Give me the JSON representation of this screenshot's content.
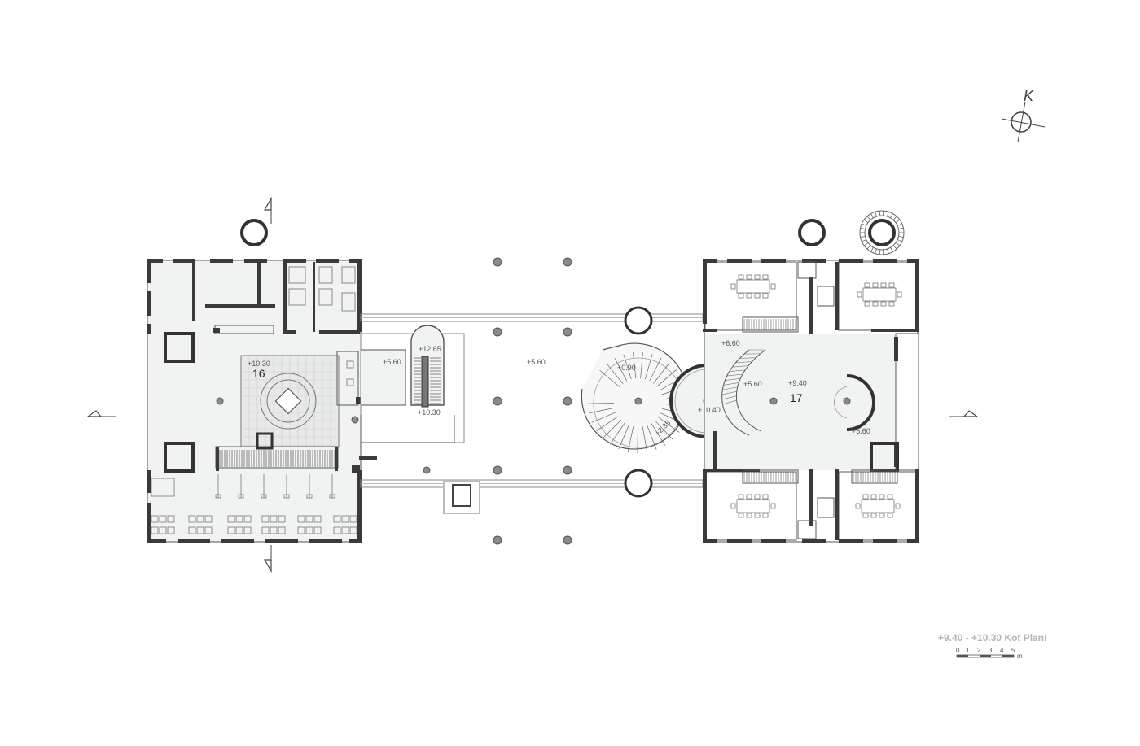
{
  "plan": {
    "title": "+9.40 - +10.30 Kot Planı",
    "north_label": "K",
    "scale_numbers": [
      "0",
      "1",
      "2",
      "3",
      "4",
      "5"
    ],
    "scale_unit": "m",
    "rooms": {
      "left": "16",
      "right": "17"
    },
    "elevations": {
      "left_hall": "+10.30",
      "left_stair_top": "+12.65",
      "left_stair_bottom": "+10.30",
      "left_void": "+5.60",
      "center_void": "+5.60",
      "spiral_top": "+0.90",
      "spiral_bottom": "+2.35",
      "round_hall": "+10.40",
      "right_upper": "+6.60",
      "right_mid": "+5.60",
      "right_hall": "+9.40",
      "right_lower": "+5.60"
    }
  }
}
